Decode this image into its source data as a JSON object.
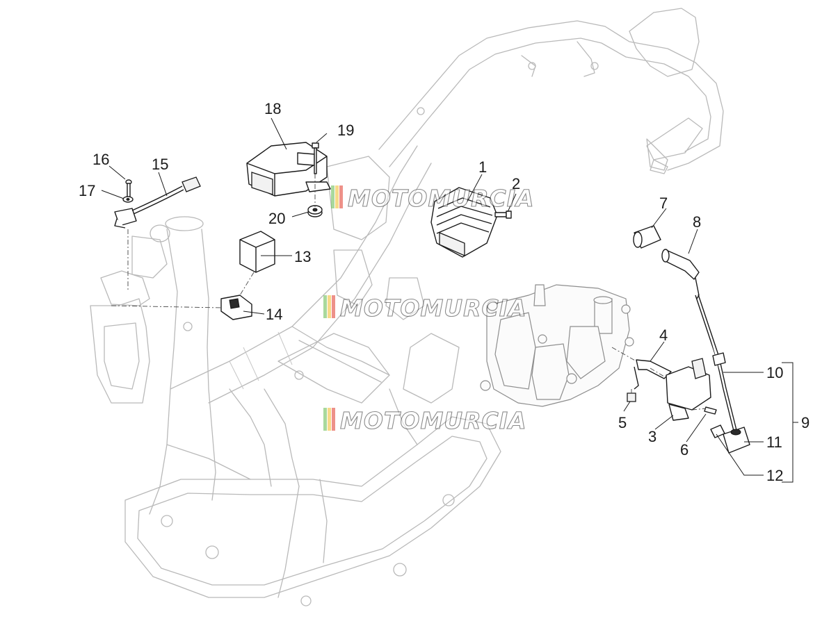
{
  "diagram": {
    "watermark": "MOTOMURCIA",
    "colors": {
      "part_line": "#1a1a1a",
      "frame_line": "#b9b9b9",
      "watermark_stripe_green": "#6fbf5a",
      "watermark_stripe_yellow": "#f2c23a",
      "watermark_stripe_red": "#e2473a",
      "background": "#ffffff"
    },
    "callouts": [
      "1",
      "2",
      "3",
      "4",
      "5",
      "6",
      "7",
      "8",
      "9",
      "10",
      "11",
      "12",
      "13",
      "14",
      "15",
      "16",
      "17",
      "18",
      "19",
      "20"
    ]
  }
}
